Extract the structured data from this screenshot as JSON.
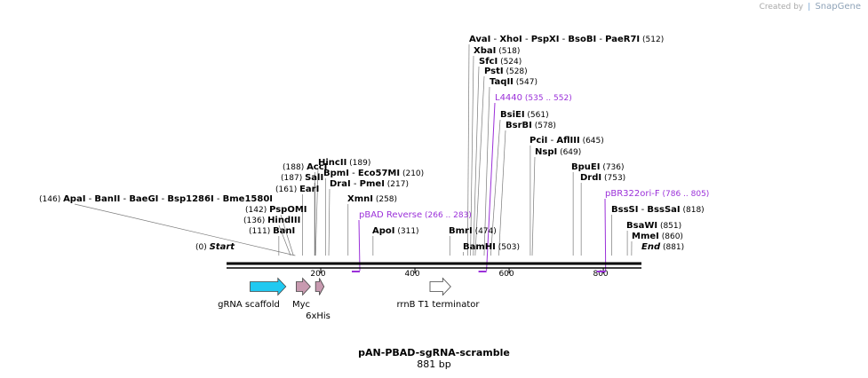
{
  "credit": {
    "prefix": "Created by",
    "brand": "SnapGene"
  },
  "title": "pAN-PBAD-sgRNA-scramble",
  "length_text": "881 bp",
  "ruler": [
    {
      "bp": 200,
      "label": "200"
    },
    {
      "bp": 400,
      "label": "400"
    },
    {
      "bp": 600,
      "label": "600"
    },
    {
      "bp": 800,
      "label": "800"
    }
  ],
  "sites": [
    {
      "name": "AvaI",
      "extra": [
        "XhoI",
        "PspXI",
        "BsoBI",
        "PaeR7I"
      ],
      "pos": "(512)",
      "bp": 512
    },
    {
      "name": "XbaI",
      "extra": [],
      "pos": "(518)",
      "bp": 518
    },
    {
      "name": "SfcI",
      "extra": [],
      "pos": "(524)",
      "bp": 524
    },
    {
      "name": "PstI",
      "extra": [],
      "pos": "(528)",
      "bp": 528
    },
    {
      "name": "TaqII",
      "extra": [],
      "pos": "(547)",
      "bp": 547
    },
    {
      "name": "BsiEI",
      "extra": [],
      "pos": "(561)",
      "bp": 561
    },
    {
      "name": "BsrBI",
      "extra": [],
      "pos": "(578)",
      "bp": 578
    },
    {
      "name": "PciI",
      "extra": [
        "AflIII"
      ],
      "pos": "(645)",
      "bp": 645
    },
    {
      "name": "NspI",
      "extra": [],
      "pos": "(649)",
      "bp": 649
    },
    {
      "name": "HincII",
      "extra": [],
      "pos": "(189)",
      "bp": 189
    },
    {
      "name": "AccI",
      "extra": [],
      "pos": "(188)",
      "bp": 188
    },
    {
      "name": "BpmI",
      "extra": [
        "Eco57MI"
      ],
      "pos": "(210)",
      "bp": 210
    },
    {
      "name": "SalI",
      "extra": [],
      "pos": "(187)",
      "bp": 187
    },
    {
      "name": "DraI",
      "extra": [
        "PmeI"
      ],
      "pos": "(217)",
      "bp": 217
    },
    {
      "name": "EarI",
      "extra": [],
      "pos": "(161)",
      "bp": 161
    },
    {
      "name": "ApaI",
      "extra": [
        "BanII",
        "BaeGI",
        "Bsp1286I",
        "Bme1580I"
      ],
      "pos": "(146)",
      "bp": 146
    },
    {
      "name": "XmnI",
      "extra": [],
      "pos": "(258)",
      "bp": 258
    },
    {
      "name": "PspOMI",
      "extra": [],
      "pos": "(142)",
      "bp": 142
    },
    {
      "name": "HindIII",
      "extra": [],
      "pos": "(136)",
      "bp": 136
    },
    {
      "name": "BanI",
      "extra": [],
      "pos": "(111)",
      "bp": 111
    },
    {
      "name": "ApoI",
      "extra": [],
      "pos": "(311)",
      "bp": 311
    },
    {
      "name": "BmrI",
      "extra": [],
      "pos": "(474)",
      "bp": 474
    },
    {
      "name": "BamHI",
      "extra": [],
      "pos": "(503)",
      "bp": 503
    },
    {
      "name": "BpuEI",
      "extra": [],
      "pos": "(736)",
      "bp": 736
    },
    {
      "name": "DrdI",
      "extra": [],
      "pos": "(753)",
      "bp": 753
    },
    {
      "name": "BssSI",
      "extra": [
        "BssSaI"
      ],
      "pos": "(818)",
      "bp": 818
    },
    {
      "name": "BsaWI",
      "extra": [],
      "pos": "(851)",
      "bp": 851
    },
    {
      "name": "MmeI",
      "extra": [],
      "pos": "(860)",
      "bp": 860
    },
    {
      "name": "End",
      "extra": [],
      "pos": "(881)",
      "bp": 881
    },
    {
      "name": "Start",
      "extra": [],
      "pos": "(0)",
      "bp": 0
    }
  ],
  "primers": [
    {
      "name": "L4440",
      "range": "(535 .. 552)",
      "start": 535,
      "end": 552
    },
    {
      "name": "pBR322ori-F",
      "range": "(786 .. 805)",
      "start": 786,
      "end": 805
    },
    {
      "name": "pBAD Reverse",
      "range": "(266 .. 283)",
      "start": 266,
      "end": 283
    }
  ],
  "features": [
    {
      "name": "gRNA scaffold",
      "start": 50,
      "end": 126,
      "color": "#21c9f1"
    },
    {
      "name": "Myc",
      "start": 148,
      "end": 178,
      "color": "#c89ab0"
    },
    {
      "name": "6xHis",
      "start": 189,
      "end": 207,
      "color": "#c89ab0"
    },
    {
      "name": "rrnB T1 terminator",
      "start": 432,
      "end": 476,
      "color": "#ffffff"
    }
  ],
  "colors": {
    "site_text": "#000000",
    "primer": "#9b30d9",
    "backbone": "#000000"
  }
}
